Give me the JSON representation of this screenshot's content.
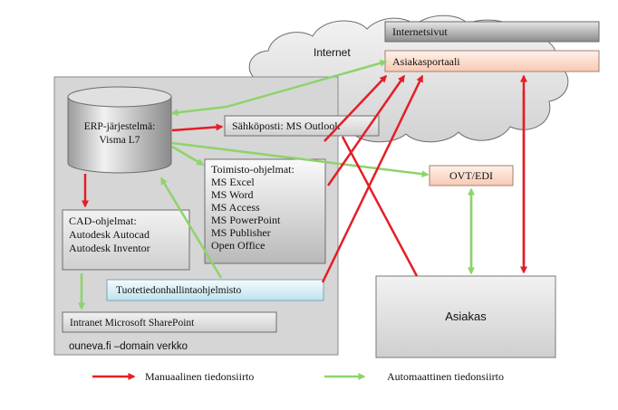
{
  "network": {
    "internet_label": "Internet",
    "domain_label": "ouneva.fi –domain verkko"
  },
  "nodes": {
    "internetsivut": "Internetsivut",
    "asiakasportaali": "Asiakasportaali",
    "erp_line1": "ERP-järjestelmä:",
    "erp_line2": "Visma L7",
    "email": "Sähköposti: MS Outlook",
    "office": [
      "Toimisto-ohjelmat:",
      "MS Excel",
      "MS Word",
      "MS Access",
      "MS PowerPoint",
      "MS Publisher",
      "Open Office"
    ],
    "ovt": "OVT/EDI",
    "cad": [
      "CAD-ohjelmat:",
      "Autodesk  Autocad",
      "Autodesk Inventor"
    ],
    "pdm": "Tuotetiedonhallintaohjelmisto",
    "intranet": "Intranet Microsoft SharePoint",
    "asiakas": "Asiakas"
  },
  "legend": {
    "manual": "Manuaalinen tiedonsiirto",
    "automatic": "Automaattinen tiedonsiirto"
  },
  "colors": {
    "manual": "#e41e26",
    "automatic": "#8ed36b",
    "box_gray": "#d9d9d9",
    "portal_fill": "#fde3d6",
    "pdm_fill": "#dff2f7"
  }
}
